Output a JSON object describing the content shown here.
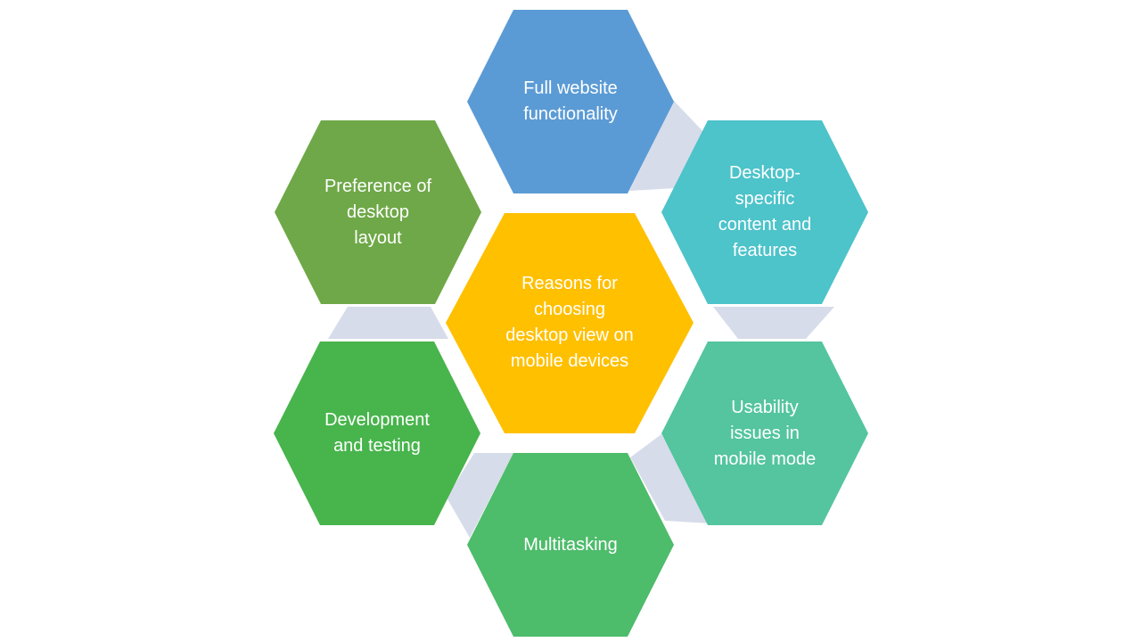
{
  "diagram": {
    "type": "hexagon-cluster",
    "background": "#FFFFFF",
    "text_color": "#FFFFFF",
    "connector_color": "#D6DCE9",
    "center": {
      "label": "Reasons for\nchoosing\ndesktop view on\nmobile devices",
      "color": "#FFC000"
    },
    "nodes": [
      {
        "id": "top",
        "label": "Full website\nfunctionality",
        "color": "#5B9BD5"
      },
      {
        "id": "top-right",
        "label": "Desktop-\nspecific\ncontent and\nfeatures",
        "color": "#4DC3CA"
      },
      {
        "id": "bottom-right",
        "label": "Usability\nissues in\nmobile mode",
        "color": "#54C59E"
      },
      {
        "id": "bottom",
        "label": "Multitasking",
        "color": "#4DBC6B"
      },
      {
        "id": "bottom-left",
        "label": "Development\nand testing",
        "color": "#48B44C"
      },
      {
        "id": "top-left",
        "label": "Preference of\ndesktop\nlayout",
        "color": "#6FA848"
      }
    ]
  }
}
